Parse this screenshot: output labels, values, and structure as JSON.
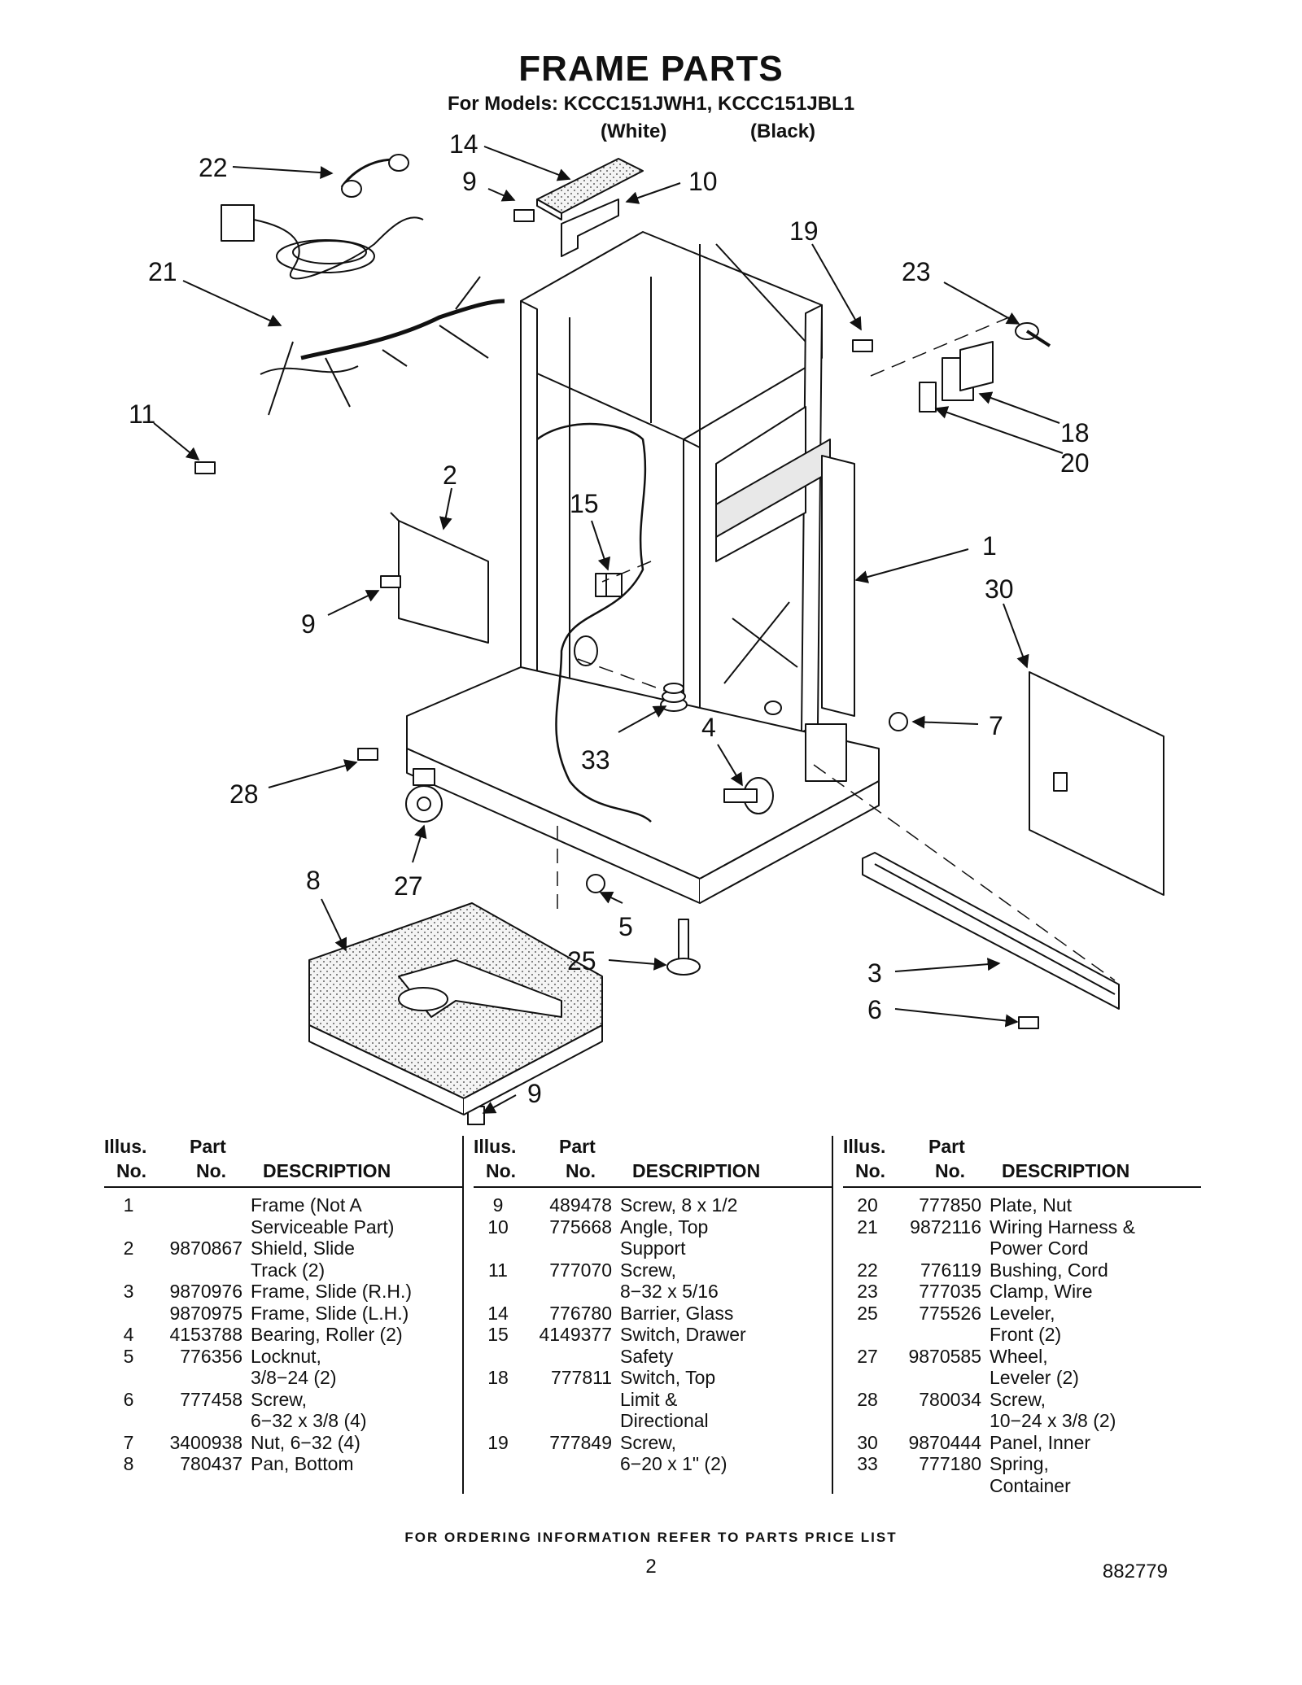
{
  "header": {
    "title": "FRAME PARTS",
    "models": "For Models: KCCC151JWH1, KCCC151JBL1",
    "color_white": "(White)",
    "color_black": "(Black)"
  },
  "diagram": {
    "callouts": [
      "22",
      "14",
      "9",
      "10",
      "21",
      "19",
      "23",
      "11",
      "18",
      "20",
      "2",
      "15",
      "1",
      "30",
      "9",
      "7",
      "4",
      "33",
      "28",
      "8",
      "27",
      "5",
      "25",
      "3",
      "6",
      "9"
    ]
  },
  "table": {
    "headers": {
      "illus_1": "Illus.",
      "illus_2": "No.",
      "part_1": "Part",
      "part_2": "No.",
      "description": "DESCRIPTION"
    },
    "columns": [
      [
        {
          "illus": "1",
          "part": "",
          "desc": "Frame (Not A"
        },
        {
          "illus": "",
          "part": "",
          "desc": "Serviceable Part)"
        },
        {
          "illus": "2",
          "part": "9870867",
          "desc": "Shield, Slide"
        },
        {
          "illus": "",
          "part": "",
          "desc": "Track (2)"
        },
        {
          "illus": "3",
          "part": "9870976",
          "desc": "Frame, Slide (R.H.)"
        },
        {
          "illus": "",
          "part": "9870975",
          "desc": "Frame, Slide (L.H.)"
        },
        {
          "illus": "4",
          "part": "4153788",
          "desc": "Bearing, Roller (2)"
        },
        {
          "illus": "5",
          "part": "776356",
          "desc": "Locknut,"
        },
        {
          "illus": "",
          "part": "",
          "desc": "3/8−24 (2)"
        },
        {
          "illus": "6",
          "part": "777458",
          "desc": "Screw,"
        },
        {
          "illus": "",
          "part": "",
          "desc": "6−32 x 3/8 (4)"
        },
        {
          "illus": "7",
          "part": "3400938",
          "desc": "Nut, 6−32 (4)"
        },
        {
          "illus": "8",
          "part": "780437",
          "desc": "Pan, Bottom"
        }
      ],
      [
        {
          "illus": "9",
          "part": "489478",
          "desc": "Screw, 8 x 1/2"
        },
        {
          "illus": "10",
          "part": "775668",
          "desc": "Angle, Top"
        },
        {
          "illus": "",
          "part": "",
          "desc": "Support"
        },
        {
          "illus": "11",
          "part": "777070",
          "desc": "Screw,"
        },
        {
          "illus": "",
          "part": "",
          "desc": "8−32 x 5/16"
        },
        {
          "illus": "14",
          "part": "776780",
          "desc": "Barrier, Glass"
        },
        {
          "illus": "15",
          "part": "4149377",
          "desc": "Switch, Drawer"
        },
        {
          "illus": "",
          "part": "",
          "desc": "Safety"
        },
        {
          "illus": "18",
          "part": "777811",
          "desc": "Switch, Top"
        },
        {
          "illus": "",
          "part": "",
          "desc": "Limit &"
        },
        {
          "illus": "",
          "part": "",
          "desc": "Directional"
        },
        {
          "illus": "19",
          "part": "777849",
          "desc": "Screw,"
        },
        {
          "illus": "",
          "part": "",
          "desc": "6−20 x 1\" (2)"
        }
      ],
      [
        {
          "illus": "20",
          "part": "777850",
          "desc": "Plate, Nut"
        },
        {
          "illus": "21",
          "part": "9872116",
          "desc": "Wiring Harness &"
        },
        {
          "illus": "",
          "part": "",
          "desc": "Power Cord"
        },
        {
          "illus": "22",
          "part": "776119",
          "desc": "Bushing, Cord"
        },
        {
          "illus": "23",
          "part": "777035",
          "desc": "Clamp, Wire"
        },
        {
          "illus": "25",
          "part": "775526",
          "desc": "Leveler,"
        },
        {
          "illus": "",
          "part": "",
          "desc": "Front (2)"
        },
        {
          "illus": "27",
          "part": "9870585",
          "desc": "Wheel,"
        },
        {
          "illus": "",
          "part": "",
          "desc": "Leveler (2)"
        },
        {
          "illus": "28",
          "part": "780034",
          "desc": "Screw,"
        },
        {
          "illus": "",
          "part": "",
          "desc": "10−24 x 3/8 (2)"
        },
        {
          "illus": "30",
          "part": "9870444",
          "desc": "Panel, Inner"
        },
        {
          "illus": "33",
          "part": "777180",
          "desc": "Spring,"
        },
        {
          "illus": "",
          "part": "",
          "desc": "Container"
        }
      ]
    ]
  },
  "footer": {
    "ordering_note": "FOR ORDERING INFORMATION REFER TO PARTS PRICE LIST",
    "page_number": "2",
    "document_number": "882779"
  }
}
